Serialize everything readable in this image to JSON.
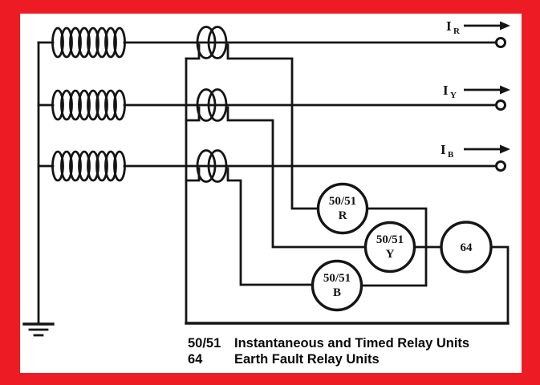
{
  "colors": {
    "border": "#ED1C24",
    "ink": "#151515",
    "background": "#ffffff"
  },
  "phases": [
    {
      "id": "R",
      "current_label": {
        "base": "I",
        "sub": "R"
      }
    },
    {
      "id": "Y",
      "current_label": {
        "base": "I",
        "sub": "Y"
      }
    },
    {
      "id": "B",
      "current_label": {
        "base": "I",
        "sub": "B"
      }
    }
  ],
  "relays": [
    {
      "code": "50/51",
      "phase": "R"
    },
    {
      "code": "50/51",
      "phase": "Y"
    },
    {
      "code": "50/51",
      "phase": "B"
    },
    {
      "code": "64",
      "phase": ""
    }
  ],
  "legend": [
    {
      "code": "50/51",
      "description": "Instantaneous and Timed Relay Units"
    },
    {
      "code": "64",
      "description": "Earth Fault Relay Units"
    }
  ]
}
